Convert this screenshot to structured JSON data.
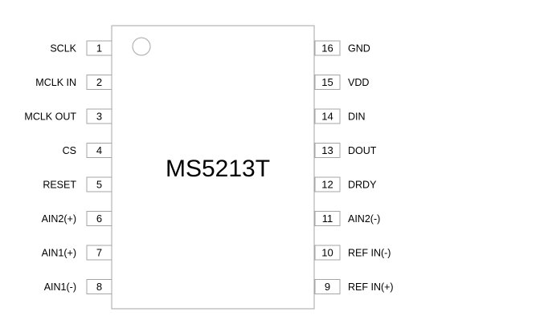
{
  "chip": {
    "name": "MS5213T"
  },
  "pins": {
    "left": [
      {
        "number": "1",
        "label": "SCLK"
      },
      {
        "number": "2",
        "label": "MCLK IN"
      },
      {
        "number": "3",
        "label": "MCLK OUT"
      },
      {
        "number": "4",
        "label": "CS"
      },
      {
        "number": "5",
        "label": "RESET"
      },
      {
        "number": "6",
        "label": "AIN2(+)"
      },
      {
        "number": "7",
        "label": "AIN1(+)"
      },
      {
        "number": "8",
        "label": "AIN1(-)"
      }
    ],
    "right": [
      {
        "number": "16",
        "label": "GND"
      },
      {
        "number": "15",
        "label": "VDD"
      },
      {
        "number": "14",
        "label": "DIN"
      },
      {
        "number": "13",
        "label": "DOUT"
      },
      {
        "number": "12",
        "label": "DRDY"
      },
      {
        "number": "11",
        "label": "AIN2(-)"
      },
      {
        "number": "10",
        "label": "REF IN(-)"
      },
      {
        "number": "9",
        "label": "REF IN(+)"
      }
    ]
  },
  "colors": {
    "outline": "#a6a6a6",
    "text": "#000000",
    "background": "#ffffff"
  }
}
